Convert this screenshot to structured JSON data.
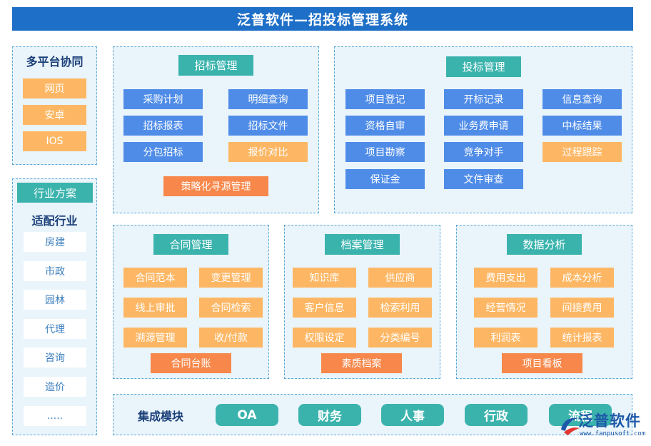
{
  "title": "泛普软件—招投标管理系统",
  "platform": {
    "heading": "多平台协同",
    "items": [
      "网页",
      "安卓",
      "IOS"
    ]
  },
  "industry": {
    "tag": "行业方案",
    "heading": "适配行业",
    "items": [
      "房建",
      "市政",
      "园林",
      "代理",
      "咨询",
      "造价",
      "....."
    ]
  },
  "tender": {
    "title": "招标管理",
    "items": [
      "采购计划",
      "明细查询",
      "招标报表",
      "招标文件",
      "分包招标",
      "报价对比",
      "策略化寻源管理"
    ]
  },
  "bid": {
    "title": "投标管理",
    "items": [
      "项目登记",
      "开标记录",
      "信息查询",
      "资格自审",
      "业务费申请",
      "中标结果",
      "项目勘察",
      "竞争对手",
      "过程跟踪",
      "保证金",
      "文件审查"
    ]
  },
  "contract": {
    "title": "合同管理",
    "items": [
      "合同范本",
      "变更管理",
      "线上审批",
      "合同检索",
      "溯源管理",
      "收/付款",
      "合同台账"
    ]
  },
  "archive": {
    "title": "档案管理",
    "items": [
      "知识库",
      "供应商",
      "客户信息",
      "检索利用",
      "权限设定",
      "分类编号",
      "素质档案"
    ]
  },
  "analysis": {
    "title": "数据分析",
    "items": [
      "费用支出",
      "成本分析",
      "经营情况",
      "间接费用",
      "利润表",
      "统计报表",
      "项目看板"
    ]
  },
  "integration": {
    "heading": "集成模块",
    "items": [
      "OA",
      "财务",
      "人事",
      "行政",
      "流程"
    ]
  },
  "watermark": {
    "name": "泛普软件",
    "url": "www.fanpusoft.com"
  },
  "colors": {
    "title_bar": "#1e6fc7",
    "blue_chip": "#4f8ce8",
    "orange_chip": "#fdb764",
    "dark_orange_chip": "#f7874a",
    "teal": "#3bb3ad",
    "panel_bg": "#eaf4fb",
    "panel_border": "#5aa9d6"
  }
}
